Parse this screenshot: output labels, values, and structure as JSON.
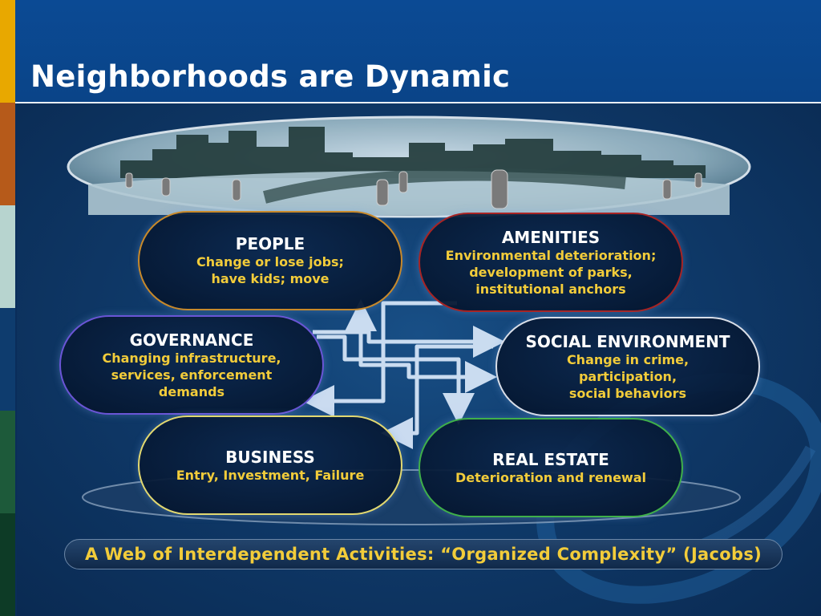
{
  "slide": {
    "title": "Neighborhoods are Dynamic",
    "caption": "A Web of Interdependent Activities: “Organized Complexity” (Jacobs)"
  },
  "nodes": {
    "people": {
      "title": "PEOPLE",
      "desc": "Change or lose jobs;\nhave kids; move",
      "border_color": "#c8892a"
    },
    "amenities": {
      "title": "AMENITIES",
      "desc": "Environmental deterioration;\ndevelopment of parks,\ninstitutional anchors",
      "border_color": "#a82424"
    },
    "governance": {
      "title": "GOVERNANCE",
      "desc": "Changing infrastructure,\nservices, enforcement\ndemands",
      "border_color": "#6a55d6"
    },
    "social": {
      "title": "SOCIAL ENVIRONMENT",
      "desc": "Change in crime,\nparticipation,\nsocial behaviors",
      "border_color": "#d9dee8"
    },
    "business": {
      "title": "BUSINESS",
      "desc": "Entry, Investment, Failure",
      "border_color": "#e2d870"
    },
    "real_estate": {
      "title": "REAL ESTATE",
      "desc": "Deterioration and renewal",
      "border_color": "#3fb04a"
    }
  },
  "colors": {
    "accent_text": "#f2cc3a",
    "header_bg": "#0b4a94",
    "arrow": "#d4e4f7",
    "side_stripes": [
      "#e8a800",
      "#b65a1a",
      "#b7d4cf",
      "#0e3c6e",
      "#1d5a3a",
      "#0d3b26"
    ]
  }
}
